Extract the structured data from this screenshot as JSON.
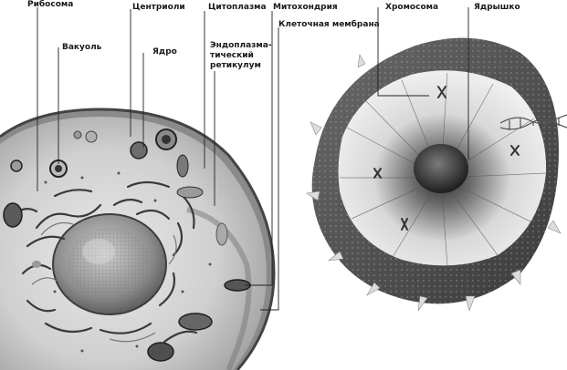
{
  "labels": {
    "ribosome": "Рибосома",
    "vacuole": "Вакуоль",
    "centrioles": "Центриоли",
    "nucleus": "Ядро",
    "cytoplasm": "Цитоплазма",
    "er_line1": "Эндоплазма-",
    "er_line2": "тический",
    "er_line3": "ретикулум",
    "mitochondria": "Митохондрия",
    "membrane": "Клеточная мембрана",
    "chromosome": "Хромосома",
    "nucleolus": "Ядрышко"
  }
}
